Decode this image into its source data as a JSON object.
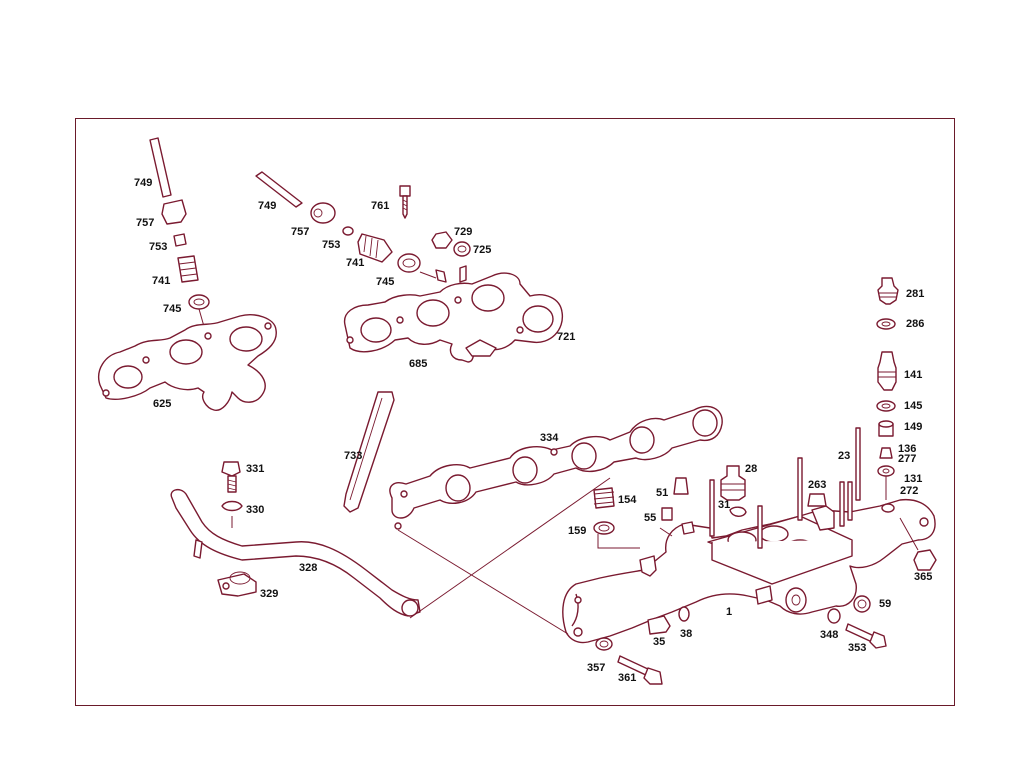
{
  "diagram": {
    "border_color": "#6a1a2a",
    "line_color": "#7a1a30",
    "labels": {
      "l749a": "749",
      "l757a": "757",
      "l753a": "753",
      "l741a": "741",
      "l745a": "745",
      "l625": "625",
      "l749b": "749",
      "l757b": "757",
      "l753b": "753",
      "l741b": "741",
      "l745b": "745",
      "l761": "761",
      "l729": "729",
      "l725": "725",
      "l721": "721",
      "l685": "685",
      "l281": "281",
      "l286": "286",
      "l141": "141",
      "l145": "145",
      "l149": "149",
      "l136": "136",
      "l277": "277",
      "l131": "131",
      "l272": "272",
      "l23": "23",
      "l733": "733",
      "l334": "334",
      "l28": "28",
      "l263": "263",
      "l51": "51",
      "l154": "154",
      "l31": "31",
      "l55": "55",
      "l159": "159",
      "l365": "365",
      "l331": "331",
      "l330": "330",
      "l328": "328",
      "l329": "329",
      "l1": "1",
      "l59": "59",
      "l35": "35",
      "l38": "38",
      "l348": "348",
      "l353": "353",
      "l357": "357",
      "l361": "361"
    }
  }
}
